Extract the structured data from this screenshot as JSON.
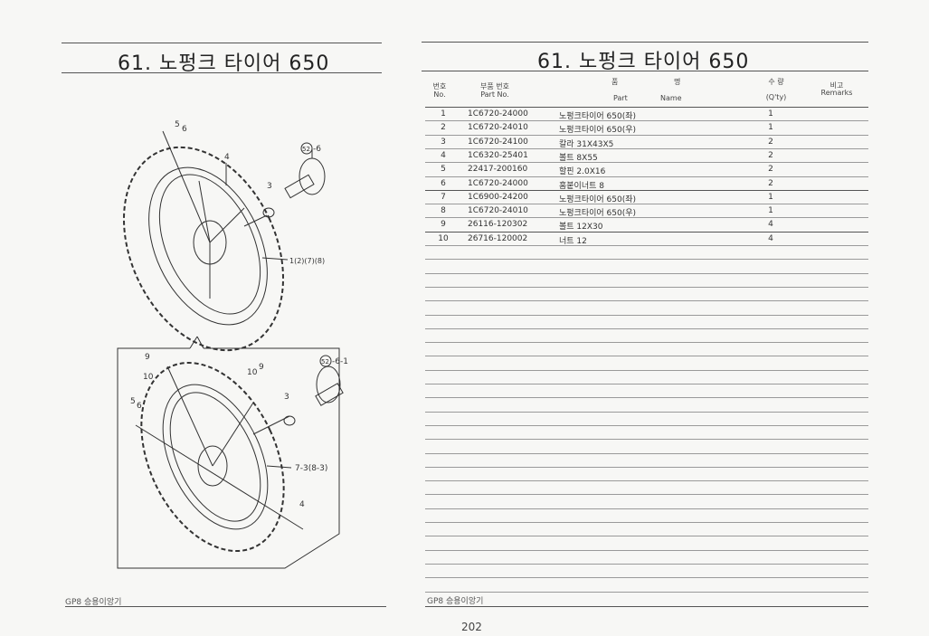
{
  "left_page": {
    "title": "61. 노펑크 타이어 650",
    "footer": "GP8 승용이앙기",
    "diagram_top_labels": [
      "5",
      "6",
      "4",
      "52",
      "-6",
      "3",
      "1(2)(7)(8)"
    ],
    "diagram_bottom_labels": [
      "9",
      "10",
      "10",
      "9",
      "52",
      "-6-1",
      "5",
      "6",
      "3",
      "7-3(8-3)",
      "4"
    ]
  },
  "right_page": {
    "title": "61. 노펑크 타이어 650",
    "headers": {
      "no_ko": "번호",
      "no_en": "No.",
      "part_no_ko": "부품 번호",
      "part_no_en": "Part  No.",
      "name_ko_1": "품",
      "name_ko_2": "명",
      "name_en_1": "Part",
      "name_en_2": "Name",
      "qty_ko": "수  량",
      "qty_en": "(Q'ty)",
      "remarks_ko": "비고",
      "remarks_en": "Remarks"
    },
    "rows": [
      {
        "no": "1",
        "part_no": "1C6720-24000",
        "name": "노펑크타이어 650(좌)",
        "qty": "1"
      },
      {
        "no": "2",
        "part_no": "1C6720-24010",
        "name": "노펑크타이어 650(우)",
        "qty": "1"
      },
      {
        "no": "3",
        "part_no": "1C6720-24100",
        "name": "칼라 31X43X5",
        "qty": "2"
      },
      {
        "no": "4",
        "part_no": "1C6320-25401",
        "name": "볼트 8X55",
        "qty": "2"
      },
      {
        "no": "5",
        "part_no": "22417-200160",
        "name": "할핀 2.0X16",
        "qty": "2"
      },
      {
        "no": "6",
        "part_no": "1C6720-24000",
        "name": "홈붙이너트 8",
        "qty": "2"
      },
      {
        "no": "7",
        "part_no": "1C6900-24200",
        "name": "노펑크타이어 650(좌)",
        "qty": "1"
      },
      {
        "no": "8",
        "part_no": "1C6720-24010",
        "name": "노펑크타이어 650(우)",
        "qty": "1"
      },
      {
        "no": "9",
        "part_no": "26116-120302",
        "name": "볼트 12X30",
        "qty": "4"
      },
      {
        "no": "10",
        "part_no": "26716-120002",
        "name": "너트 12",
        "qty": "4"
      }
    ],
    "footer": "GP8 승용이앙기"
  },
  "page_number": "202"
}
